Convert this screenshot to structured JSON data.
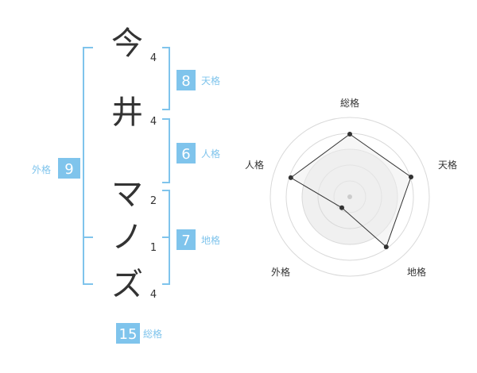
{
  "name_chars": [
    {
      "char": "今",
      "strokes": "4"
    },
    {
      "char": "井",
      "strokes": "4"
    },
    {
      "char": "マ",
      "strokes": "2"
    },
    {
      "char": "ノ",
      "strokes": "1"
    },
    {
      "char": "ズ",
      "strokes": "4"
    }
  ],
  "kaku": {
    "tenkaku": {
      "value": "8",
      "label": "天格"
    },
    "jinkaku": {
      "value": "6",
      "label": "人格"
    },
    "chikaku": {
      "value": "7",
      "label": "地格"
    },
    "gaikaku": {
      "value": "9",
      "label": "外格"
    },
    "soukaku": {
      "value": "15",
      "label": "総格"
    }
  },
  "chart_data": {
    "type": "radar",
    "axes": [
      "総格",
      "天格",
      "地格",
      "外格",
      "人格"
    ],
    "values": [
      0.79,
      0.81,
      0.78,
      0.17,
      0.78
    ],
    "rings": 4
  },
  "colors": {
    "accent": "#7fc4ec",
    "text": "#333333",
    "ring": "#d9d9d9"
  }
}
